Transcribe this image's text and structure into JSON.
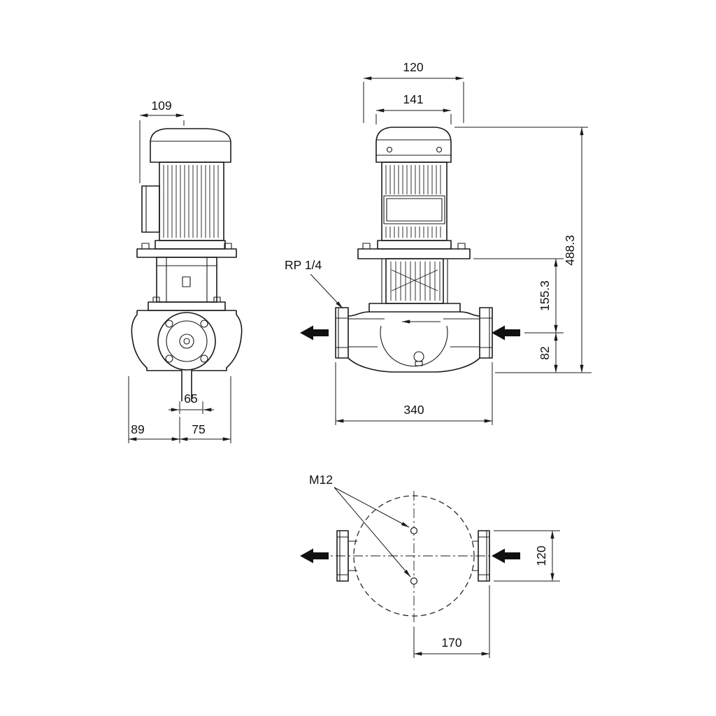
{
  "page": {
    "background": "#ffffff"
  },
  "drawing": {
    "line_color": "#1a1a1a",
    "side_view": {
      "dim_motor_width": "109",
      "dim_port_offset": "65",
      "dim_foot_left": "89",
      "dim_foot_right": "75"
    },
    "front_view": {
      "dim_top_outer": "120",
      "dim_fan_width": "141",
      "dim_total_height": "488.3",
      "dim_flange_to_port": "155.3",
      "dim_port_to_base": "82",
      "dim_port_to_port": "340",
      "label_gauge_port": "RP 1/4"
    },
    "plan_view": {
      "label_tapping": "M12",
      "dim_hole_spacing": "120",
      "dim_center_to_flange": "170"
    }
  }
}
